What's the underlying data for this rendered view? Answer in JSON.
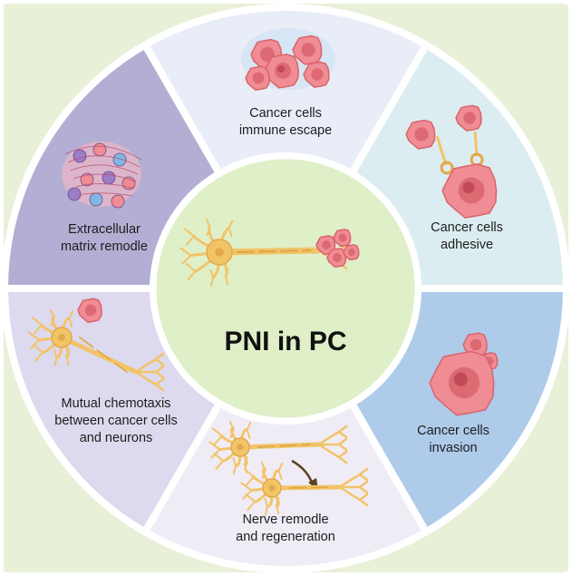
{
  "center": {
    "title": "PNI in PC"
  },
  "colors": {
    "frame": "#e8f0d8",
    "center_fill": "#dfefc8",
    "neuron": "#f2c468",
    "cell": "#f08c93",
    "cell_dark": "#d9646d"
  },
  "segments": [
    {
      "label": "Cancer cells\nimmune escape",
      "fill": "#e9edf8",
      "icon": "cancer-cell-cluster-icon"
    },
    {
      "label": "Cancer cells\nadhesive",
      "fill": "#dcedf1",
      "icon": "adhesive-cells-icon"
    },
    {
      "label": "Cancer cells\ninvasion",
      "fill": "#aecbea",
      "icon": "invading-cancer-cell-icon"
    },
    {
      "label": "Nerve remodle\nand regeneration",
      "fill": "#f0ecf5",
      "icon": "nerve-regeneration-icon"
    },
    {
      "label": "Mutual chemotaxis\nbetween cancer cells\nand neurons",
      "fill": "#ddd9ee",
      "icon": "neuron-chemotaxis-icon"
    },
    {
      "label": "Extracellular\nmatrix remodle",
      "fill": "#b3aed3",
      "icon": "extracellular-matrix-icon"
    }
  ]
}
